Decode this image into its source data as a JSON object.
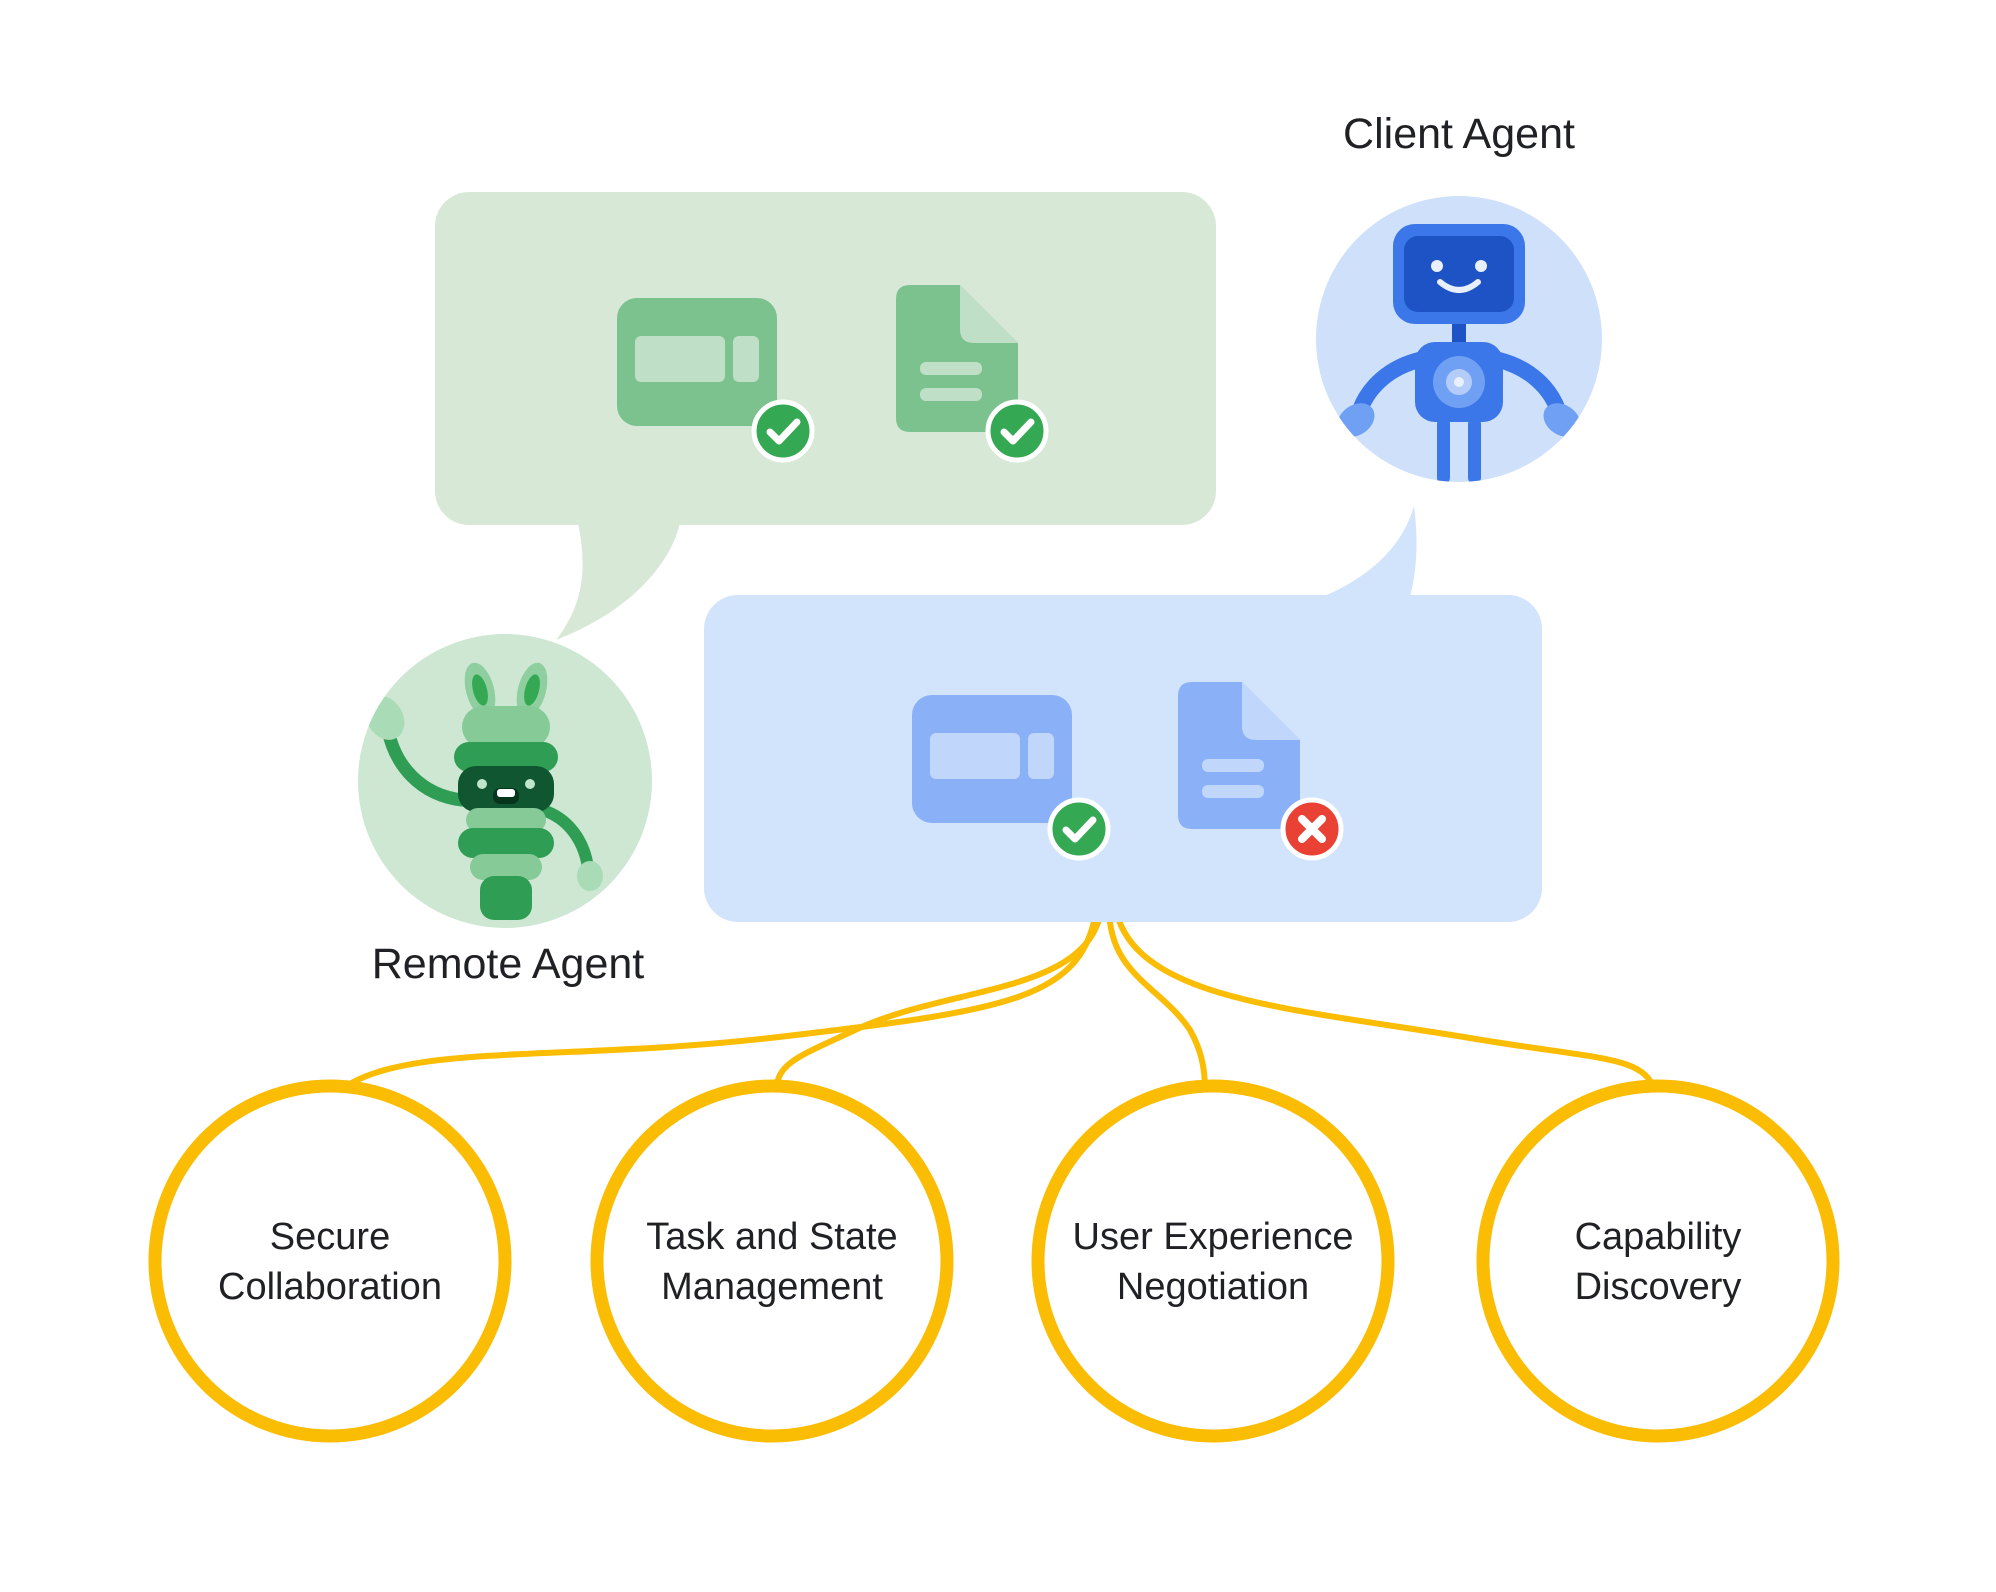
{
  "agents": {
    "client": {
      "label": "Client Agent",
      "mascot": "blue-robot"
    },
    "remote": {
      "label": "Remote Agent",
      "mascot": "green-robot"
    }
  },
  "speech_bubbles": {
    "remote_bubble": {
      "owner": "Remote Agent",
      "icons": [
        {
          "name": "layout-card-icon",
          "status": "success"
        },
        {
          "name": "document-icon",
          "status": "success"
        }
      ]
    },
    "client_bubble": {
      "owner": "Client Agent",
      "icons": [
        {
          "name": "layout-card-icon",
          "status": "success"
        },
        {
          "name": "document-icon",
          "status": "error"
        }
      ]
    }
  },
  "features": [
    {
      "line1": "Secure",
      "line2": "Collaboration"
    },
    {
      "line1": "Task and State",
      "line2": "Management"
    },
    {
      "line1": "User Experience",
      "line2": "Negotiation"
    },
    {
      "line1": "Capability",
      "line2": "Discovery"
    }
  ],
  "colors": {
    "bubble_green": "#d7e9d6",
    "icon_green": "#7cc28e",
    "icon_green_light": "#bfe0c6",
    "bubble_blue": "#d2e3fc",
    "icon_blue": "#8ab0f7",
    "icon_blue_light": "#c1d6fb",
    "success": "#34a853",
    "error": "#e94235",
    "connector_yellow": "#fbbc04",
    "text": "#202124"
  }
}
